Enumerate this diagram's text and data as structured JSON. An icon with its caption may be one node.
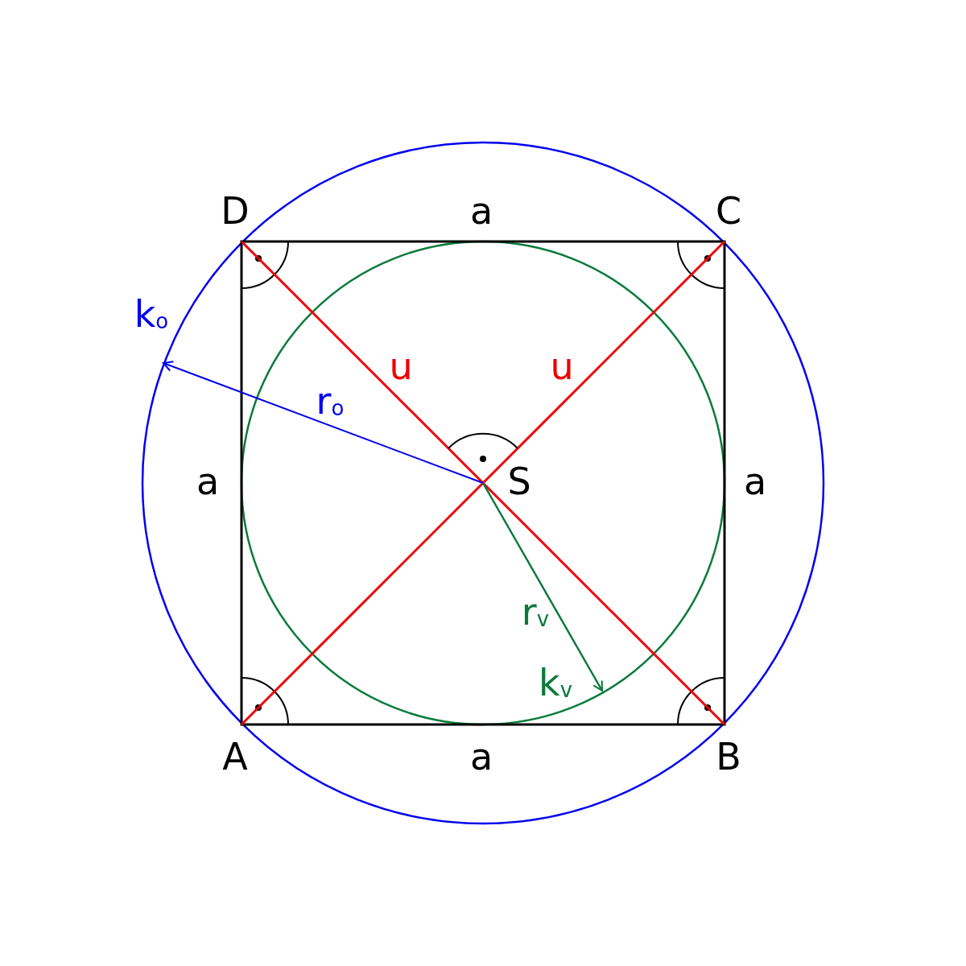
{
  "diagram": {
    "labels": [
      "D",
      "a",
      "C",
      "k$_{o}$",
      "u",
      "u",
      "r$_{o}$",
      "a",
      "S",
      "a",
      "r$_{v}$",
      "k$_{v}$",
      "A",
      "a",
      "B"
    ]
  }
}
